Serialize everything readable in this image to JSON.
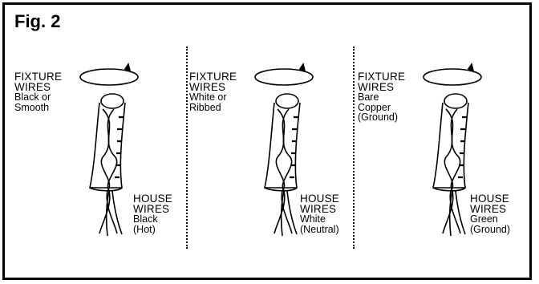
{
  "figure": {
    "title": "Fig. 2"
  },
  "panels": [
    {
      "fixture": {
        "l1": "FIXTURE",
        "l2": "WIRES",
        "l3": "Black or",
        "l4": "Smooth"
      },
      "house": {
        "l1": "HOUSE",
        "l2": "WIRES",
        "l3": "Black",
        "l4": "(Hot)"
      }
    },
    {
      "fixture": {
        "l1": "FIXTURE",
        "l2": "WIRES",
        "l3": "White or",
        "l4": "Ribbed"
      },
      "house": {
        "l1": "HOUSE",
        "l2": "WIRES",
        "l3": "White",
        "l4": "(Neutral)"
      }
    },
    {
      "fixture": {
        "l1": "FIXTURE",
        "l2": "WIRES",
        "l3": "Bare",
        "l4": "Copper",
        "l5": "(Ground)"
      },
      "house": {
        "l1": "HOUSE",
        "l2": "WIRES",
        "l3": "Green",
        "l4": "(Ground)"
      }
    }
  ]
}
